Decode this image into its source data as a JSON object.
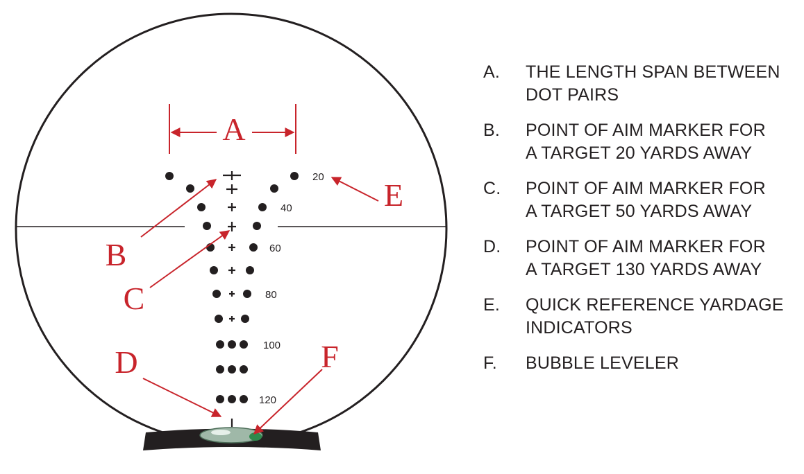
{
  "colors": {
    "ink": "#231f20",
    "callout_red": "#c8242b",
    "bubble_green": "#2e8a4c"
  },
  "callouts": {
    "A": "A",
    "B": "B",
    "C": "C",
    "D": "D",
    "E": "E",
    "F": "F"
  },
  "yardages": [
    "20",
    "40",
    "60",
    "80",
    "100",
    "120"
  ],
  "legend": [
    {
      "key": "A.",
      "line1": "THE LENGTH SPAN BETWEEN",
      "line2": "DOT PAIRS"
    },
    {
      "key": "B.",
      "line1": "POINT OF AIM MARKER FOR",
      "line2": "A TARGET 20 YARDS AWAY"
    },
    {
      "key": "C.",
      "line1": "POINT OF AIM MARKER FOR",
      "line2": "A TARGET 50 YARDS AWAY"
    },
    {
      "key": "D.",
      "line1": "POINT OF AIM MARKER FOR",
      "line2": "A TARGET 130 YARDS AWAY"
    },
    {
      "key": "E.",
      "line1": "QUICK REFERENCE YARDAGE",
      "line2": "INDICATORS"
    },
    {
      "key": "F.",
      "line1": "BUBBLE LEVELER",
      "line2": ""
    }
  ]
}
